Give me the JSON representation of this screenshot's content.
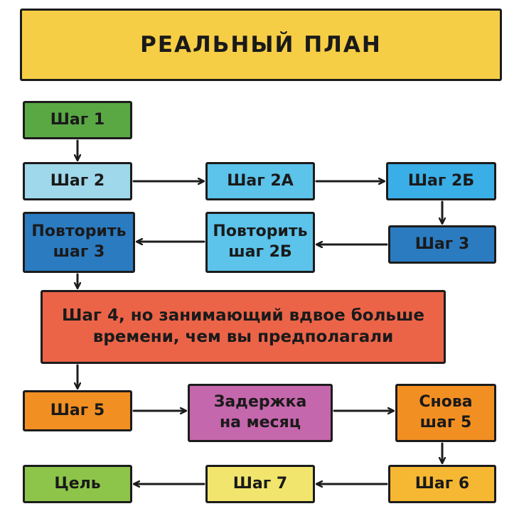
{
  "title": "РЕАЛЬНЫЙ ПЛАН",
  "colors": {
    "title": "#f6ce45",
    "step1": "#5aa844",
    "step2": "#9ed8ea",
    "step2a": "#5cc3ea",
    "step2b": "#3aaee6",
    "step3": "#2b7bc1",
    "repeat3": "#2b7bc1",
    "repeat2b": "#5cc3ea",
    "step4": "#ec6448",
    "step5": "#f28f22",
    "delay": "#c567ac",
    "again5": "#f28f22",
    "step6": "#f6b733",
    "step7": "#f1e56d",
    "goal": "#8cc54a",
    "outline": "#1c1c1c"
  },
  "nodes": {
    "step1": "Шаг 1",
    "step2": "Шаг 2",
    "step2a": "Шаг 2А",
    "step2b": "Шаг 2Б",
    "step3": "Шаг 3",
    "repeat3": "Повторить\nшаг 3",
    "repeat2b": "Повторить\nшаг 2Б",
    "step4": "Шаг 4, но занимающий вдвое больше\nвремени, чем вы предполагали",
    "step5": "Шаг 5",
    "delay": "Задержка\nна месяц",
    "again5": "Снова\nшаг 5",
    "step6": "Шаг 6",
    "step7": "Шаг 7",
    "goal": "Цель"
  }
}
